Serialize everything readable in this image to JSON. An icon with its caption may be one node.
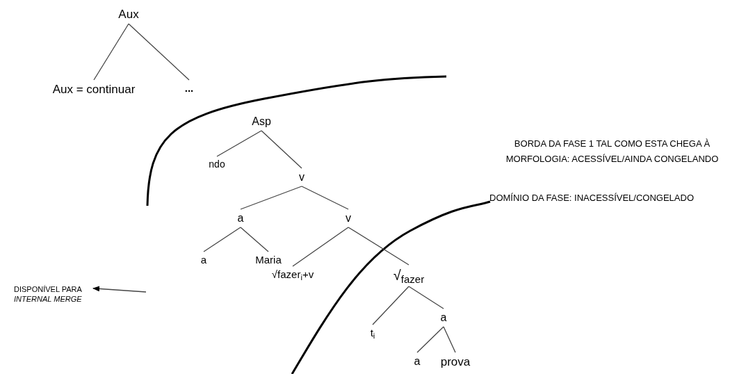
{
  "diagram": {
    "nodes": [
      {
        "text": [
          "Aux"
        ]
      },
      {
        "text": [
          "Aux = continuar"
        ]
      },
      {
        "text": [
          "..."
        ]
      },
      {
        "text": [
          "Asp"
        ]
      },
      {
        "text": [
          "ndo"
        ]
      },
      {
        "text": [
          "v"
        ]
      },
      {
        "text": [
          "a"
        ]
      },
      {
        "text": [
          "v"
        ]
      },
      {
        "text": [
          "a"
        ]
      },
      {
        "text": [
          "Maria"
        ]
      },
      {
        "text": [
          "√fazer$_{i}$+v"
        ]
      },
      {
        "text": [
          "√$_{fazer}$"
        ]
      },
      {
        "text": [
          "t$_{i}$"
        ]
      },
      {
        "text": [
          "a"
        ]
      },
      {
        "text": [
          "a"
        ]
      },
      {
        "text": [
          "prova"
        ]
      },
      {
        "text": [
          "DISPONÍVEL PARA *INTERNAL MERGE*"
        ]
      }
    ],
    "edges": [
      {
        "from": 0,
        "to": 1,
        "arrow": "none"
      },
      {
        "from": 0,
        "to": 2,
        "arrow": "none"
      },
      {
        "from": 3,
        "to": 4,
        "arrow": "none"
      },
      {
        "from": 3,
        "to": 5,
        "arrow": "none"
      },
      {
        "from": 5,
        "to": 6,
        "arrow": "none"
      },
      {
        "from": 5,
        "to": 7,
        "arrow": "none"
      },
      {
        "from": 6,
        "to": 8,
        "arrow": "none"
      },
      {
        "from": 6,
        "to": 9,
        "arrow": "none"
      },
      {
        "from": 7,
        "to": 10,
        "arrow": "none"
      },
      {
        "from": 7,
        "to": 11,
        "arrow": "none"
      },
      {
        "from": 11,
        "to": 12,
        "arrow": "none"
      },
      {
        "from": 11,
        "to": 13,
        "arrow": "none"
      },
      {
        "from": 13,
        "to": 14,
        "arrow": "none"
      },
      {
        "from": 13,
        "to": 15,
        "arrow": "none"
      },
      {
        "from": null,
        "to": 16,
        "arrow": "to"
      }
    ],
    "labels": [
      "BORDA DA FASE 1 TAL COMO ESTA CHEGA À MORFOLOGIA: ACESSÍVEL/AINDA CONGELANDO",
      "DOMÍNIO DA FASE: INACESSÍVEL/CONGELADO"
    ]
  }
}
